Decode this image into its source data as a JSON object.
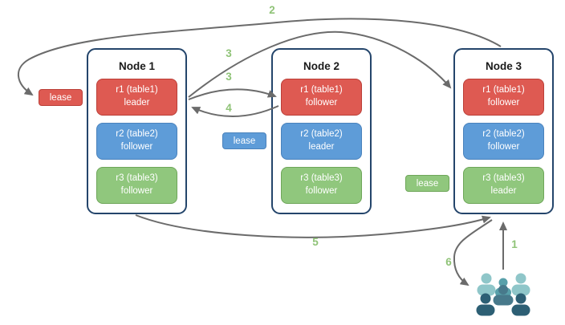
{
  "diagram": {
    "nodes": [
      {
        "title": "Node 1",
        "replicas": [
          {
            "name": "r1 (table1)",
            "role": "leader",
            "color": "red"
          },
          {
            "name": "r2 (table2)",
            "role": "follower",
            "color": "blue"
          },
          {
            "name": "r3 (table3)",
            "role": "follower",
            "color": "green"
          }
        ]
      },
      {
        "title": "Node 2",
        "replicas": [
          {
            "name": "r1 (table1)",
            "role": "follower",
            "color": "red"
          },
          {
            "name": "r2 (table2)",
            "role": "leader",
            "color": "blue"
          },
          {
            "name": "r3 (table3)",
            "role": "follower",
            "color": "green"
          }
        ]
      },
      {
        "title": "Node 3",
        "replicas": [
          {
            "name": "r1 (table1)",
            "role": "follower",
            "color": "red"
          },
          {
            "name": "r2 (table2)",
            "role": "follower",
            "color": "blue"
          },
          {
            "name": "r3 (table3)",
            "role": "leader",
            "color": "green"
          }
        ]
      }
    ],
    "leases": [
      {
        "label": "lease",
        "color": "red"
      },
      {
        "label": "lease",
        "color": "blue"
      },
      {
        "label": "lease",
        "color": "green"
      }
    ],
    "steps": {
      "step1": "1",
      "step2": "2",
      "step3a": "3",
      "step3b": "3",
      "step4": "4",
      "step5": "5",
      "step6": "6"
    },
    "colors": {
      "replica_red": "#de5a52",
      "replica_red_border": "#bb3f38",
      "replica_blue": "#5e9cd8",
      "replica_blue_border": "#4a82bc",
      "replica_green": "#90c77d",
      "replica_green_border": "#6ea659",
      "node_border": "#24456b",
      "arrow": "#6b6b6b",
      "step_label": "#8fc377",
      "users_light_teal": "#8fc6c9",
      "users_mid_teal": "#58a0aa",
      "users_slate": "#47798b",
      "users_dark": "#2d5f74"
    },
    "icons": {
      "users": "users-group-icon"
    }
  }
}
